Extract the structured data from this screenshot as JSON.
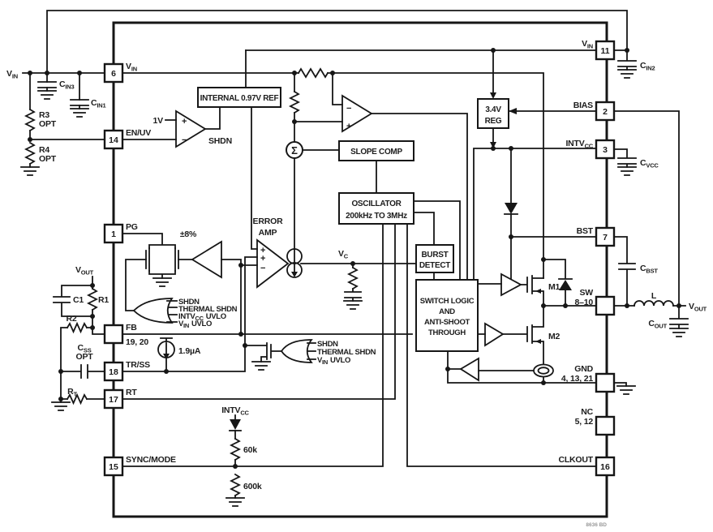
{
  "t": {
    "vin": {
      "m": "V",
      "s": "IN"
    },
    "vout": {
      "m": "V",
      "s": "OUT"
    },
    "vc": {
      "m": "V",
      "s": "C"
    },
    "cin1": {
      "m": "C",
      "s": "IN1"
    },
    "cin2": {
      "m": "C",
      "s": "IN2"
    },
    "cin3": {
      "m": "C",
      "s": "IN3"
    },
    "cvcc": {
      "m": "C",
      "s": "VCC"
    },
    "cbst": {
      "m": "C",
      "s": "BST"
    },
    "cout": {
      "m": "C",
      "s": "OUT"
    },
    "css": {
      "m": "C",
      "s": "SS"
    },
    "rt_res": {
      "m": "R",
      "s": "T"
    },
    "intvcc": {
      "m": "INTV",
      "s": "CC"
    },
    "r1": "R1",
    "r2": "R2",
    "r3": "R3",
    "r4": "R4",
    "opt": "OPT",
    "c1": "C1",
    "l": "L",
    "en_uv": "EN/UV",
    "pg": "PG",
    "fb": "FB",
    "fb_pins": "19, 20",
    "trss": "TR/SS",
    "rt": "RT",
    "sync_mode": "SYNC/MODE",
    "bias": "BIAS",
    "bst": "BST",
    "sw": "SW",
    "sw_pins": "8–10",
    "gnd": "GND",
    "gnd_pins": "4, 13, 21",
    "nc": "NC",
    "nc_pins": "5, 12",
    "clkout": "CLKOUT",
    "p1": "1",
    "p2": "2",
    "p3": "3",
    "p6": "6",
    "p7": "7",
    "p11": "11",
    "p14": "14",
    "p15": "15",
    "p16": "16",
    "p17": "17",
    "p18": "18",
    "ref": "INTERNAL 0.97V REF",
    "one_v": "1V",
    "shdn": "SHDN",
    "thermal_shdn": "THERMAL SHDN",
    "uvlo": "UVLO",
    "slope_comp": "SLOPE COMP",
    "osc1": "OSCILLATOR",
    "osc2": "200kHz TO 3MHz",
    "burst1": "BURST",
    "burst2": "DETECT",
    "sl1": "SWITCH LOGIC",
    "sl2": "AND",
    "sl3": "ANTI-SHOOT",
    "sl4": "THROUGH",
    "reg1": "3.4V",
    "reg2": "REG",
    "err1": "ERROR",
    "err2": "AMP",
    "pm8": "±8%",
    "i_ss": "1.9µA",
    "r60k": "60k",
    "r600k": "600k",
    "m1": "M1",
    "m2": "M2",
    "plus": "+",
    "minus": "−",
    "sigma": "Σ",
    "note": "8636 BD"
  }
}
